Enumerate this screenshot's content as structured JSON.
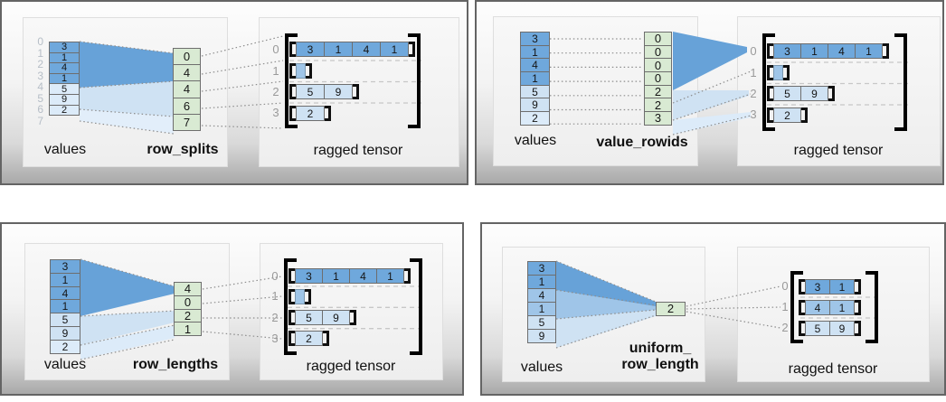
{
  "colors": {
    "dark_blue": "#6fa8dc",
    "medium_blue": "#9fc5e8",
    "light_blue": "#cfe2f3",
    "pale_blue": "#dcebf9",
    "green": "#d9ead3"
  },
  "panels": [
    {
      "id": "row_splits",
      "values_label": "values",
      "method_label": "row_splits",
      "output_label": "ragged tensor",
      "value_indices": [
        "0",
        "1",
        "2",
        "3",
        "4",
        "5",
        "6",
        "7"
      ],
      "values": [
        {
          "v": "3",
          "c": "dark"
        },
        {
          "v": "1",
          "c": "dark"
        },
        {
          "v": "4",
          "c": "dark"
        },
        {
          "v": "1",
          "c": "dark"
        },
        {
          "v": "5",
          "c": "pale"
        },
        {
          "v": "9",
          "c": "pale"
        },
        {
          "v": "2",
          "c": "pale"
        }
      ],
      "method_cells": [
        {
          "v": "0",
          "c": "green"
        },
        {
          "v": "4",
          "c": "green"
        },
        {
          "v": "4",
          "c": "green"
        },
        {
          "v": "6",
          "c": "green"
        },
        {
          "v": "7",
          "c": "green"
        }
      ],
      "ragged_rows": [
        {
          "index": "0",
          "cells": [
            {
              "v": "3",
              "c": "dark"
            },
            {
              "v": "1",
              "c": "dark"
            },
            {
              "v": "4",
              "c": "dark"
            },
            {
              "v": "1",
              "c": "dark"
            }
          ]
        },
        {
          "index": "1",
          "cells": [
            {
              "v": "",
              "c": "med empty"
            }
          ]
        },
        {
          "index": "2",
          "cells": [
            {
              "v": "5",
              "c": "light"
            },
            {
              "v": "9",
              "c": "light"
            }
          ]
        },
        {
          "index": "3",
          "cells": [
            {
              "v": "2",
              "c": "light"
            }
          ]
        }
      ]
    },
    {
      "id": "value_rowids",
      "values_label": "values",
      "method_label": "value_rowids",
      "output_label": "ragged tensor",
      "values": [
        {
          "v": "3",
          "c": "dark"
        },
        {
          "v": "1",
          "c": "dark"
        },
        {
          "v": "4",
          "c": "dark"
        },
        {
          "v": "1",
          "c": "dark"
        },
        {
          "v": "5",
          "c": "light"
        },
        {
          "v": "9",
          "c": "light"
        },
        {
          "v": "2",
          "c": "pale"
        }
      ],
      "method_cells": [
        {
          "v": "0",
          "c": "green"
        },
        {
          "v": "0",
          "c": "green"
        },
        {
          "v": "0",
          "c": "green"
        },
        {
          "v": "0",
          "c": "green"
        },
        {
          "v": "2",
          "c": "green"
        },
        {
          "v": "2",
          "c": "green"
        },
        {
          "v": "3",
          "c": "green"
        }
      ],
      "ragged_rows": [
        {
          "index": "0",
          "cells": [
            {
              "v": "3",
              "c": "dark"
            },
            {
              "v": "1",
              "c": "dark"
            },
            {
              "v": "4",
              "c": "dark"
            },
            {
              "v": "1",
              "c": "dark"
            }
          ]
        },
        {
          "index": "1",
          "cells": [
            {
              "v": "",
              "c": "med empty"
            }
          ]
        },
        {
          "index": "2",
          "cells": [
            {
              "v": "5",
              "c": "light"
            },
            {
              "v": "9",
              "c": "light"
            }
          ]
        },
        {
          "index": "3",
          "cells": [
            {
              "v": "2",
              "c": "light"
            }
          ]
        }
      ]
    },
    {
      "id": "row_lengths",
      "values_label": "values",
      "method_label": "row_lengths",
      "output_label": "ragged tensor",
      "values": [
        {
          "v": "3",
          "c": "dark"
        },
        {
          "v": "1",
          "c": "dark"
        },
        {
          "v": "4",
          "c": "dark"
        },
        {
          "v": "1",
          "c": "dark"
        },
        {
          "v": "5",
          "c": "light"
        },
        {
          "v": "9",
          "c": "light"
        },
        {
          "v": "2",
          "c": "pale"
        }
      ],
      "method_cells": [
        {
          "v": "4",
          "c": "green"
        },
        {
          "v": "0",
          "c": "green"
        },
        {
          "v": "2",
          "c": "green"
        },
        {
          "v": "1",
          "c": "green"
        }
      ],
      "ragged_rows": [
        {
          "index": "0",
          "cells": [
            {
              "v": "3",
              "c": "dark"
            },
            {
              "v": "1",
              "c": "dark"
            },
            {
              "v": "4",
              "c": "dark"
            },
            {
              "v": "1",
              "c": "dark"
            }
          ]
        },
        {
          "index": "1",
          "cells": [
            {
              "v": "",
              "c": "med empty"
            }
          ]
        },
        {
          "index": "2",
          "cells": [
            {
              "v": "5",
              "c": "light"
            },
            {
              "v": "9",
              "c": "light"
            }
          ]
        },
        {
          "index": "3",
          "cells": [
            {
              "v": "2",
              "c": "light"
            }
          ]
        }
      ]
    },
    {
      "id": "uniform_row_length",
      "values_label": "values",
      "method_label_line1": "uniform_",
      "method_label_line2": "row_length",
      "output_label": "ragged tensor",
      "values": [
        {
          "v": "3",
          "c": "dark"
        },
        {
          "v": "1",
          "c": "dark"
        },
        {
          "v": "4",
          "c": "med"
        },
        {
          "v": "1",
          "c": "med"
        },
        {
          "v": "5",
          "c": "light"
        },
        {
          "v": "9",
          "c": "light"
        }
      ],
      "method_cells": [
        {
          "v": "2",
          "c": "green"
        }
      ],
      "ragged_rows": [
        {
          "index": "0",
          "cells": [
            {
              "v": "3",
              "c": "dark"
            },
            {
              "v": "1",
              "c": "dark"
            }
          ]
        },
        {
          "index": "1",
          "cells": [
            {
              "v": "4",
              "c": "med"
            },
            {
              "v": "1",
              "c": "med"
            }
          ]
        },
        {
          "index": "2",
          "cells": [
            {
              "v": "5",
              "c": "light"
            },
            {
              "v": "9",
              "c": "light"
            }
          ]
        }
      ]
    }
  ]
}
